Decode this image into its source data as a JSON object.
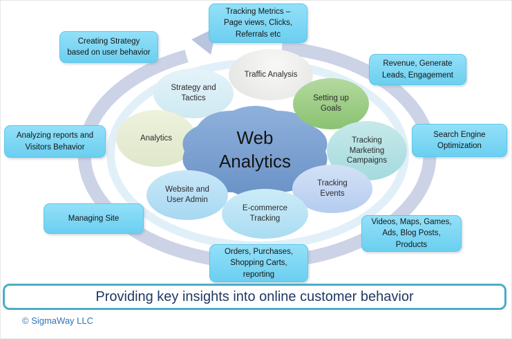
{
  "center": {
    "lines": [
      "Web",
      "Analytics"
    ]
  },
  "ellipses": [
    {
      "id": "traffic-analysis",
      "lines": [
        "Traffic Analysis"
      ]
    },
    {
      "id": "strategy-and-tactics",
      "lines": [
        "Strategy and",
        "Tactics"
      ]
    },
    {
      "id": "analytics",
      "lines": [
        "Analytics"
      ]
    },
    {
      "id": "setting-up-goals",
      "lines": [
        "Setting up",
        "Goals"
      ]
    },
    {
      "id": "tracking-marketing-campaigns",
      "lines": [
        "Tracking",
        "Marketing",
        "Campaigns"
      ]
    },
    {
      "id": "tracking-events",
      "lines": [
        "Tracking",
        "Events"
      ]
    },
    {
      "id": "e-commerce-tracking",
      "lines": [
        "E-commerce",
        "Tracking"
      ]
    },
    {
      "id": "website-and-user-admin",
      "lines": [
        "Website and",
        "User Admin"
      ]
    }
  ],
  "callouts": [
    {
      "id": "tracking-metrics",
      "lines": [
        "Tracking Metrics –",
        "Page views, Clicks,",
        "Referrals etc"
      ]
    },
    {
      "id": "creating-strategy",
      "lines": [
        "Creating Strategy",
        "based on user behavior"
      ]
    },
    {
      "id": "revenue-leads",
      "lines": [
        "Revenue, Generate",
        "Leads,  Engagement"
      ]
    },
    {
      "id": "analyzing-reports",
      "lines": [
        "Analyzing reports and",
        "Visitors Behavior"
      ]
    },
    {
      "id": "seo",
      "lines": [
        "Search Engine",
        "Optimization"
      ]
    },
    {
      "id": "managing-site",
      "lines": [
        "Managing Site"
      ]
    },
    {
      "id": "videos-maps",
      "lines": [
        "Videos, Maps, Games,",
        "Ads, Blog Posts,",
        "Products"
      ]
    },
    {
      "id": "orders-purchases",
      "lines": [
        "Orders, Purchases,",
        "Shopping Carts,",
        "reporting"
      ]
    }
  ],
  "banner": {
    "text": "Providing key insights into online customer behavior"
  },
  "copyright": {
    "text": "© SigmaWay LLC"
  },
  "colors": {
    "callout_fill": "#7fd6f3",
    "callout_border": "#5ec6e8",
    "ring": "#ccd3e6",
    "ring_arrow": "#b9c5de",
    "center_blob": "#7a9fd0",
    "ellipse_traffic": "#ececea",
    "ellipse_strategy": "#d9eef6",
    "ellipse_analytics": "#e7edd4",
    "ellipse_goals": "#9cca85",
    "ellipse_marketing": "#b5e2e4",
    "ellipse_events": "#c4d7f3",
    "ellipse_ecommerce": "#bce4f5",
    "ellipse_website": "#b8dff5",
    "banner_border": "#4bacc6",
    "banner_text": "#1f3864",
    "copyright_text": "#2e75b6"
  }
}
